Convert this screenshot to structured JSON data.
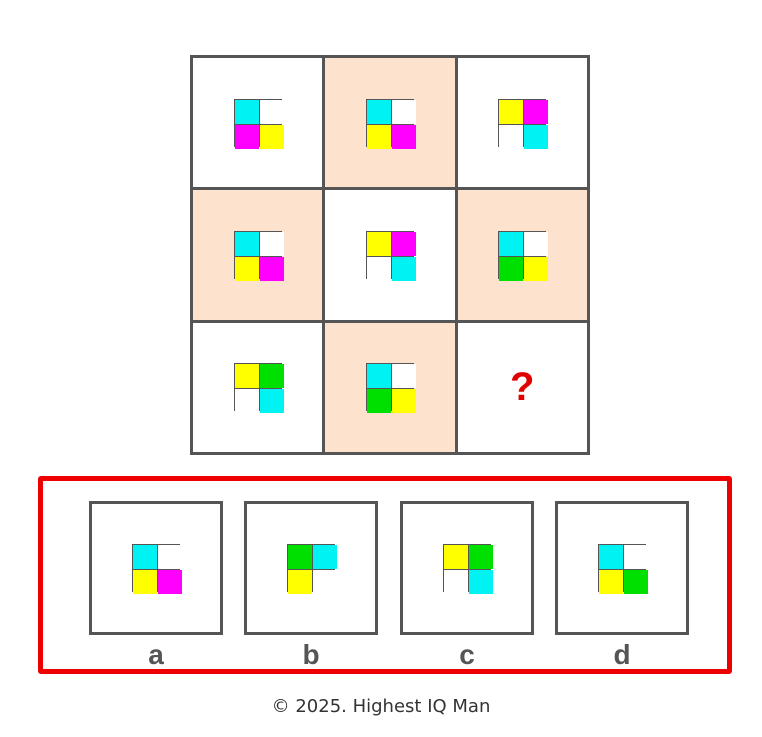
{
  "colors": {
    "C": "#00f2f2",
    "M": "#ff00ff",
    "Y": "#ffff00",
    "G": "#00e000",
    "W": "#ffffff",
    "peach": "#fde3cd",
    "white": "#ffffff",
    "accent_red": "#ee0000"
  },
  "puzzle": {
    "cells": [
      {
        "bg": "white",
        "quads": [
          "C",
          "W",
          "M",
          "Y"
        ]
      },
      {
        "bg": "peach",
        "quads": [
          "C",
          "W",
          "Y",
          "M"
        ]
      },
      {
        "bg": "white",
        "quads": [
          "Y",
          "M",
          "W",
          "C"
        ]
      },
      {
        "bg": "peach",
        "quads": [
          "C",
          "W",
          "Y",
          "M"
        ]
      },
      {
        "bg": "white",
        "quads": [
          "Y",
          "M",
          "W",
          "C"
        ]
      },
      {
        "bg": "peach",
        "quads": [
          "C",
          "W",
          "G",
          "Y"
        ]
      },
      {
        "bg": "white",
        "quads": [
          "Y",
          "G",
          "W",
          "C"
        ]
      },
      {
        "bg": "peach",
        "quads": [
          "C",
          "W",
          "G",
          "Y"
        ]
      },
      {
        "bg": "white",
        "question": "?"
      }
    ]
  },
  "options": [
    {
      "label": "a",
      "quads": [
        "C",
        "W",
        "Y",
        "M"
      ]
    },
    {
      "label": "b",
      "quads": [
        "G",
        "C",
        "Y",
        "W"
      ]
    },
    {
      "label": "c",
      "quads": [
        "Y",
        "G",
        "W",
        "C"
      ]
    },
    {
      "label": "d",
      "quads": [
        "C",
        "W",
        "Y",
        "G"
      ]
    }
  ],
  "footer": {
    "text": "© 2025. Highest IQ Man"
  }
}
